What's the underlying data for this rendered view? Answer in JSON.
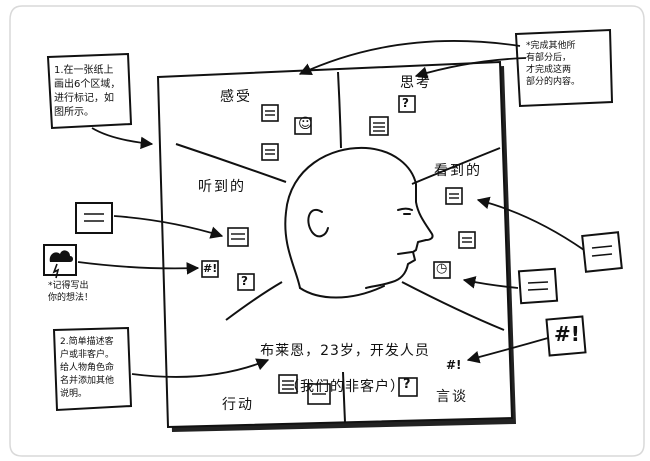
{
  "regions": {
    "feel": "感受",
    "think": "思考",
    "hear": "听到的",
    "see": "看到的",
    "do": "行动",
    "say": "言谈"
  },
  "persona": {
    "line1": "布莱恩，23岁，开发人员",
    "line2": "（我们的非客户）"
  },
  "notes": {
    "step1": "1.在一张纸上\n画出6个区域，\n进行标记，如\n图所示。",
    "step2": "2.简单描述客\n户或非客户。\n给人物角色命\n名并添加其他\n说明。",
    "finish_last": "*完成其他所\n有部分后，\n才完成这两\n部分的内容。",
    "remember": "*记得写出\n你的想法！"
  },
  "symbols": {
    "question": "?",
    "hash": "#!",
    "smile": "☺",
    "clock": "◷",
    "lines": "="
  },
  "colors": {
    "ink": "#111111",
    "paper": "#ffffff",
    "frame": "#d9d9d9"
  }
}
